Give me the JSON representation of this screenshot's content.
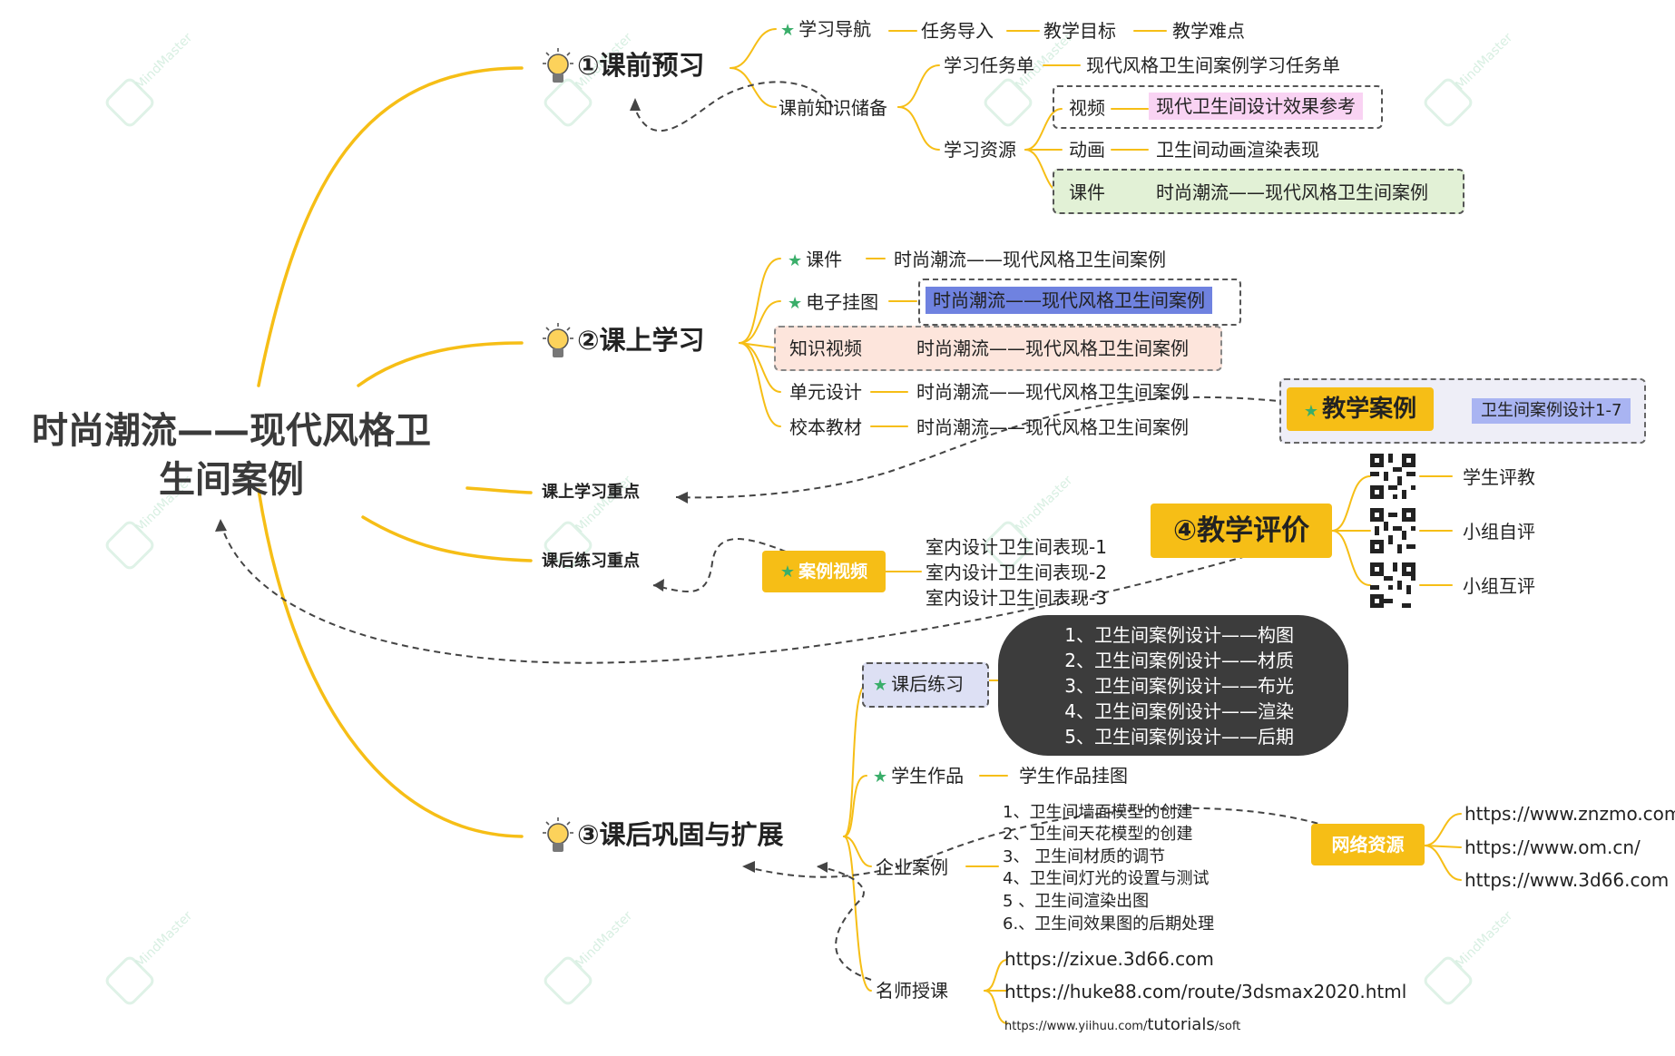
{
  "root": {
    "line1": "时尚潮流——现代风格卫",
    "line2": "生间案例"
  },
  "branch1": {
    "title": "①课前预习",
    "nav": {
      "label": "学习导航",
      "items": [
        "任务导入",
        "教学目标",
        "教学难点"
      ]
    },
    "reserve": {
      "label": "课前知识储备",
      "tasksheet": {
        "label": "学习任务单",
        "value": "现代风格卫生间案例学习任务单"
      },
      "resources": {
        "label": "学习资源",
        "video": {
          "label": "视频",
          "value": "现代卫生间设计效果参考"
        },
        "anim": {
          "label": "动画",
          "value": "卫生间动画渲染表现"
        },
        "course": {
          "label": "课件",
          "value": "时尚潮流——现代风格卫生间案例"
        }
      }
    }
  },
  "branch2": {
    "title": "②课上学习",
    "items": [
      {
        "label": "课件",
        "value": "时尚潮流——现代风格卫生间案例"
      },
      {
        "label": "电子挂图",
        "value": "时尚潮流——现代风格卫生间案例"
      },
      {
        "label": "知识视频",
        "value": "时尚潮流——现代风格卫生间案例"
      },
      {
        "label": "单元设计",
        "value": "时尚潮流——现代风格卫生间案例"
      },
      {
        "label": "校本教材",
        "value": "时尚潮流——现代风格卫生间案例"
      }
    ]
  },
  "key_points": {
    "in_class": "课上学习重点",
    "after_class": "课后练习重点"
  },
  "teaching_case": {
    "label": "教学案例",
    "value": "卫生间案例设计1-7"
  },
  "case_video": {
    "label": "案例视频",
    "items": [
      "室内设计卫生间表现-1",
      "室内设计卫生间表现-2",
      "室内设计卫生间表现-3"
    ]
  },
  "branch4": {
    "title": "④教学评价",
    "items": [
      "学生评教",
      "小组自评",
      "小组互评"
    ]
  },
  "branch3": {
    "title": "③课后巩固与扩展",
    "practice": {
      "label": "课后练习",
      "items": [
        "1、卫生间案例设计——构图",
        "2、卫生间案例设计——材质",
        "3、卫生间案例设计——布光",
        "4、卫生间案例设计——渲染",
        "5、卫生间案例设计——后期"
      ]
    },
    "student_work": {
      "label": "学生作品",
      "value": "学生作品挂图"
    },
    "enterprise": {
      "label": "企业案例",
      "items": [
        "1、卫生间墙面模型的创建",
        "2、卫生间天花模型的创建",
        "3、  卫生间材质的调节",
        "4、卫生间灯光的设置与测试",
        "5 、卫生间渲染出图",
        "6.、卫生间效果图的后期处理"
      ]
    },
    "network": {
      "label": "网络资源",
      "items": [
        "https://www.znzmo.com/",
        "https://www.om.cn/",
        "https://www.3d66.com"
      ]
    },
    "teacher": {
      "label": "名师授课",
      "items": [
        "https://zixue.3d66.com",
        "https://huke88.com/route/3dsmax2020.html"
      ],
      "small_prefix": "https://www.yiihuu.com/",
      "small_mid": "tutorials",
      "small_suffix": "/soft"
    }
  },
  "watermark": "MindMaster",
  "colors": {
    "branch_line": "#f6be16",
    "tag_yellow": "#f6be16",
    "star": "#3aae6a"
  }
}
